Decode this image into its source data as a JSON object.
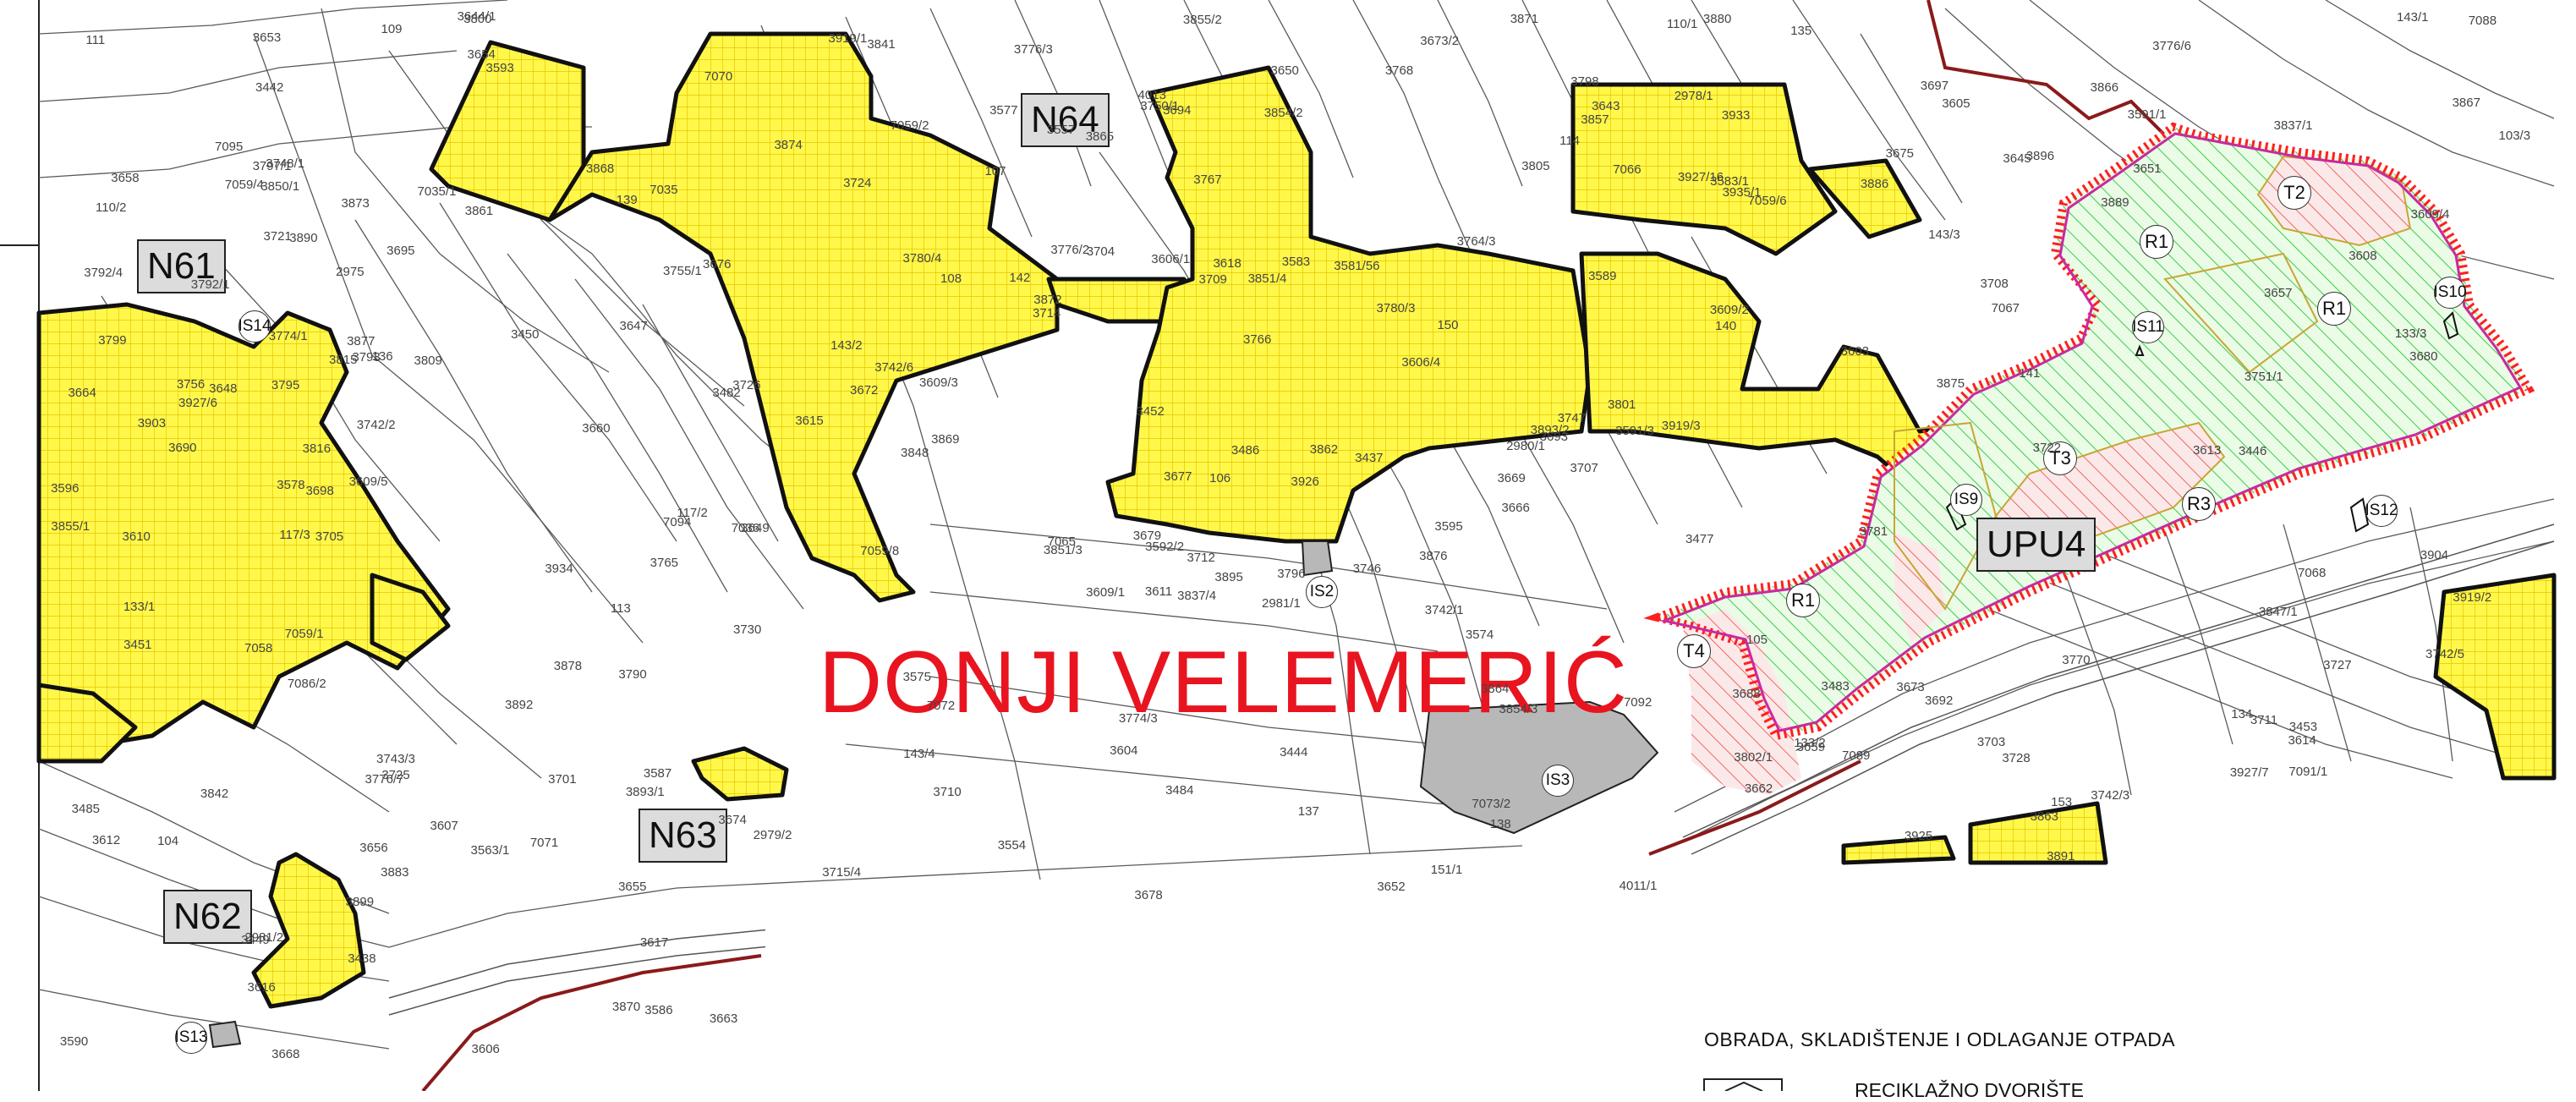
{
  "map": {
    "village_name": "DONJI VELEMERIĆ",
    "plan_zone": "UPU4",
    "settlement_labels": [
      "N61",
      "N62",
      "N63",
      "N64"
    ],
    "zone_codes": [
      "R1",
      "R1",
      "R1",
      "R3",
      "T2",
      "T3",
      "T4"
    ],
    "infrastructure_codes": [
      "IS2",
      "IS3",
      "IS9",
      "IS10",
      "IS11",
      "IS12",
      "IS13",
      "IS14"
    ],
    "parcel_numbers": [
      "2981/1",
      "2975",
      "3592/2",
      "2981/2",
      "2980/1",
      "2979/2",
      "2978/1",
      "3583",
      "3583/1",
      "3595",
      "3593",
      "3609/5",
      "3609/4",
      "3609/1",
      "3609/2",
      "3606",
      "3606/1",
      "3606/4",
      "3607",
      "3609/3",
      "3616",
      "3617",
      "3618",
      "3693",
      "3692",
      "3695",
      "3694",
      "3690",
      "3688",
      "3680",
      "3679",
      "3678",
      "3677",
      "3676",
      "3675",
      "3674",
      "3673",
      "3673/2",
      "3672",
      "3660",
      "3662",
      "3663",
      "3664",
      "3669",
      "3668",
      "3666",
      "3656",
      "3657",
      "3658",
      "3659",
      "3655",
      "3654",
      "3653",
      "3652",
      "3651",
      "3650",
      "3649",
      "3648",
      "3647",
      "3645",
      "3644/1",
      "3643",
      "3557",
      "3486",
      "3485",
      "3484",
      "3483",
      "3482",
      "3449",
      "3442",
      "3450",
      "3451",
      "3452",
      "3437",
      "3438",
      "3477",
      "3453",
      "3446",
      "3444",
      "4011/1",
      "4013",
      "3919/2",
      "3919/3",
      "3925",
      "3926",
      "3927/7",
      "3927/6",
      "3927/16",
      "3935/1",
      "3934",
      "3919/1",
      "3904",
      "3903",
      "3892",
      "3893/1",
      "3893/2",
      "3889",
      "3848",
      "3847/1",
      "3850/1",
      "3851/4",
      "3851/3",
      "3841",
      "3842",
      "3837/4",
      "3837/1",
      "3776/2",
      "3776/3",
      "3776/7",
      "3776/6",
      "3780/3",
      "3780/4",
      "3781",
      "3790",
      "3722",
      "3721",
      "3725",
      "3726",
      "3724",
      "3727",
      "3728",
      "3730",
      "3743/3",
      "3742/5",
      "3742/6",
      "3742/1",
      "3742/2",
      "3742/3",
      "3746",
      "3747",
      "3748/1",
      "3750/1",
      "3751/1",
      "3755/1",
      "3756",
      "3770",
      "3768",
      "3767",
      "3766",
      "3765",
      "3764/3",
      "3854/3",
      "3854/2",
      "3855/1",
      "3855/2",
      "3857",
      "3774/1",
      "3774/3",
      "3800",
      "3799",
      "3798",
      "3801",
      "3805",
      "3802/1",
      "3792/4",
      "3793",
      "3792/1",
      "3796",
      "3795",
      "3797/1",
      "3809",
      "3815",
      "3816",
      "3715/4",
      "3712",
      "3711",
      "3710",
      "3709",
      "3708",
      "3707",
      "3705",
      "3704",
      "3703",
      "3701",
      "3698",
      "3697",
      "3714",
      "3596",
      "3603",
      "3610",
      "3611",
      "3612",
      "3604",
      "3605",
      "3608",
      "3615",
      "3614",
      "3613",
      "3554",
      "3563/1",
      "3574",
      "3575",
      "3578",
      "3577",
      "3581/56",
      "3590",
      "3589",
      "3586",
      "3587",
      "3591/3",
      "3591/1",
      "109",
      "110/1",
      "110/2",
      "111",
      "113",
      "114",
      "117/2",
      "117/3",
      "133/1",
      "133/2",
      "133/3",
      "134",
      "135",
      "136",
      "137",
      "138",
      "139",
      "140",
      "141",
      "142",
      "143/1",
      "143/2",
      "143/3",
      "143/4",
      "151/1",
      "150",
      "153",
      "105",
      "104",
      "103/3",
      "106",
      "107",
      "108",
      "7035",
      "7035/1",
      "7036",
      "7059/2",
      "7059/6",
      "7059/4",
      "7059/1",
      "7059/8",
      "7058",
      "7065",
      "7066",
      "7068",
      "7094",
      "7095",
      "7092",
      "7071",
      "7072",
      "7073/2",
      "7091/1",
      "7089",
      "7088",
      "7086/2",
      "7070",
      "7067",
      "3890",
      "3896",
      "3899",
      "3891",
      "3895",
      "3933",
      "3886",
      "3883",
      "3880",
      "3878",
      "3877",
      "3876",
      "3875",
      "3874",
      "3873",
      "3872",
      "3871",
      "3870",
      "3869",
      "3868",
      "3867",
      "3866",
      "3865",
      "3864",
      "3861",
      "3862",
      "3863"
    ],
    "colors": {
      "village_name": "#e8141f",
      "construction_zone_fill": "#fff84a",
      "construction_zone_border": "#111111",
      "upu_border": "#ff1a1a",
      "upu_inner_border": "#c82aa0",
      "recreation_hatch": "#3ecb4f",
      "tourism_hatch": "#ee4444",
      "infrastructure_fill": "#b8b8b8",
      "road": "#8b1a1a"
    }
  },
  "legend": {
    "heading": "OBRADA, SKLADIŠTENJE I ODLAGANJE OTPADA",
    "item": "RECIKLAŽNO DVORIŠTE"
  }
}
